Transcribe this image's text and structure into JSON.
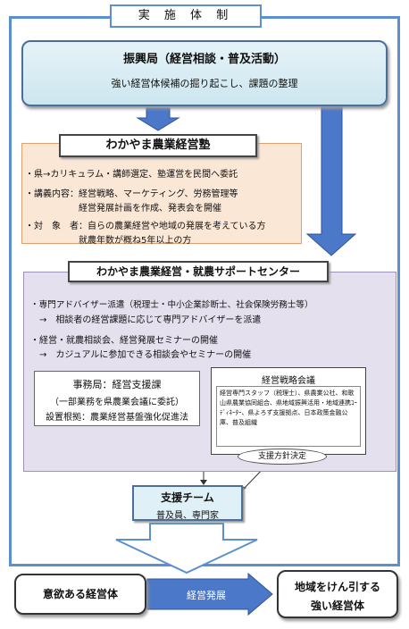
{
  "title": "実 施 体 制",
  "promotion": {
    "title": "振興局（経営相談・普及活動）",
    "description": "強い経営体候補の掘り起こし、課題の整理"
  },
  "juku": {
    "title": "わかやま農業経営塾",
    "lines": [
      "・県→カリキュラム・講師選定、塾運営を民間へ委託",
      "・講義内容：経営戦略、マーケティング、労務管理等",
      "　　　　　　経営発展計画を作成、発表会を開催",
      "・対　象　者：自らの農業経営や地域の発展を考えている方",
      "　　　　　　就農年数が概ね5年以上の方"
    ]
  },
  "center": {
    "title": "わかやま農業経営・就農サポートセンター",
    "lines": [
      "・専門アドバイザー派遣（税理士・中小企業診断士、社会保険労務士等）",
      "　→　相談者の経営課題に応じて専門アドバイザーを派遣",
      "・経営・就農相談会、経営発展セミナーの開催",
      "　→　カジュアルに参加できる相談会やセミナーの開催"
    ],
    "office": {
      "line1": "事務局：経営支援課",
      "line2": "（一部業務を県農業会議に委託）",
      "line3": "設置根拠：農業経営基盤強化促進法"
    },
    "council": {
      "title": "経営戦略会議",
      "text": "経営専門スタッフ（税理士）、県農業公社、和歌山県農業協同組合、県地域振興活用・地域連携ｺｰﾃﾞｨﾈｰﾀｰ、県よろず支援拠点、日本政策金融公庫、普及組織"
    },
    "policy": "支援方針決定"
  },
  "team": {
    "title": "支援チーム",
    "subtitle": "普及員、専門家"
  },
  "bottom": {
    "left": "意欲ある経営体",
    "arrow": "経営発展",
    "right_line1": "地域をけん引する",
    "right_line2": "強い経営体"
  },
  "colors": {
    "frame": "#5b8fd0",
    "arrow": "#4b78c8",
    "juku_bg": "#fbe7d6",
    "center_bg": "#e4e0ee"
  }
}
